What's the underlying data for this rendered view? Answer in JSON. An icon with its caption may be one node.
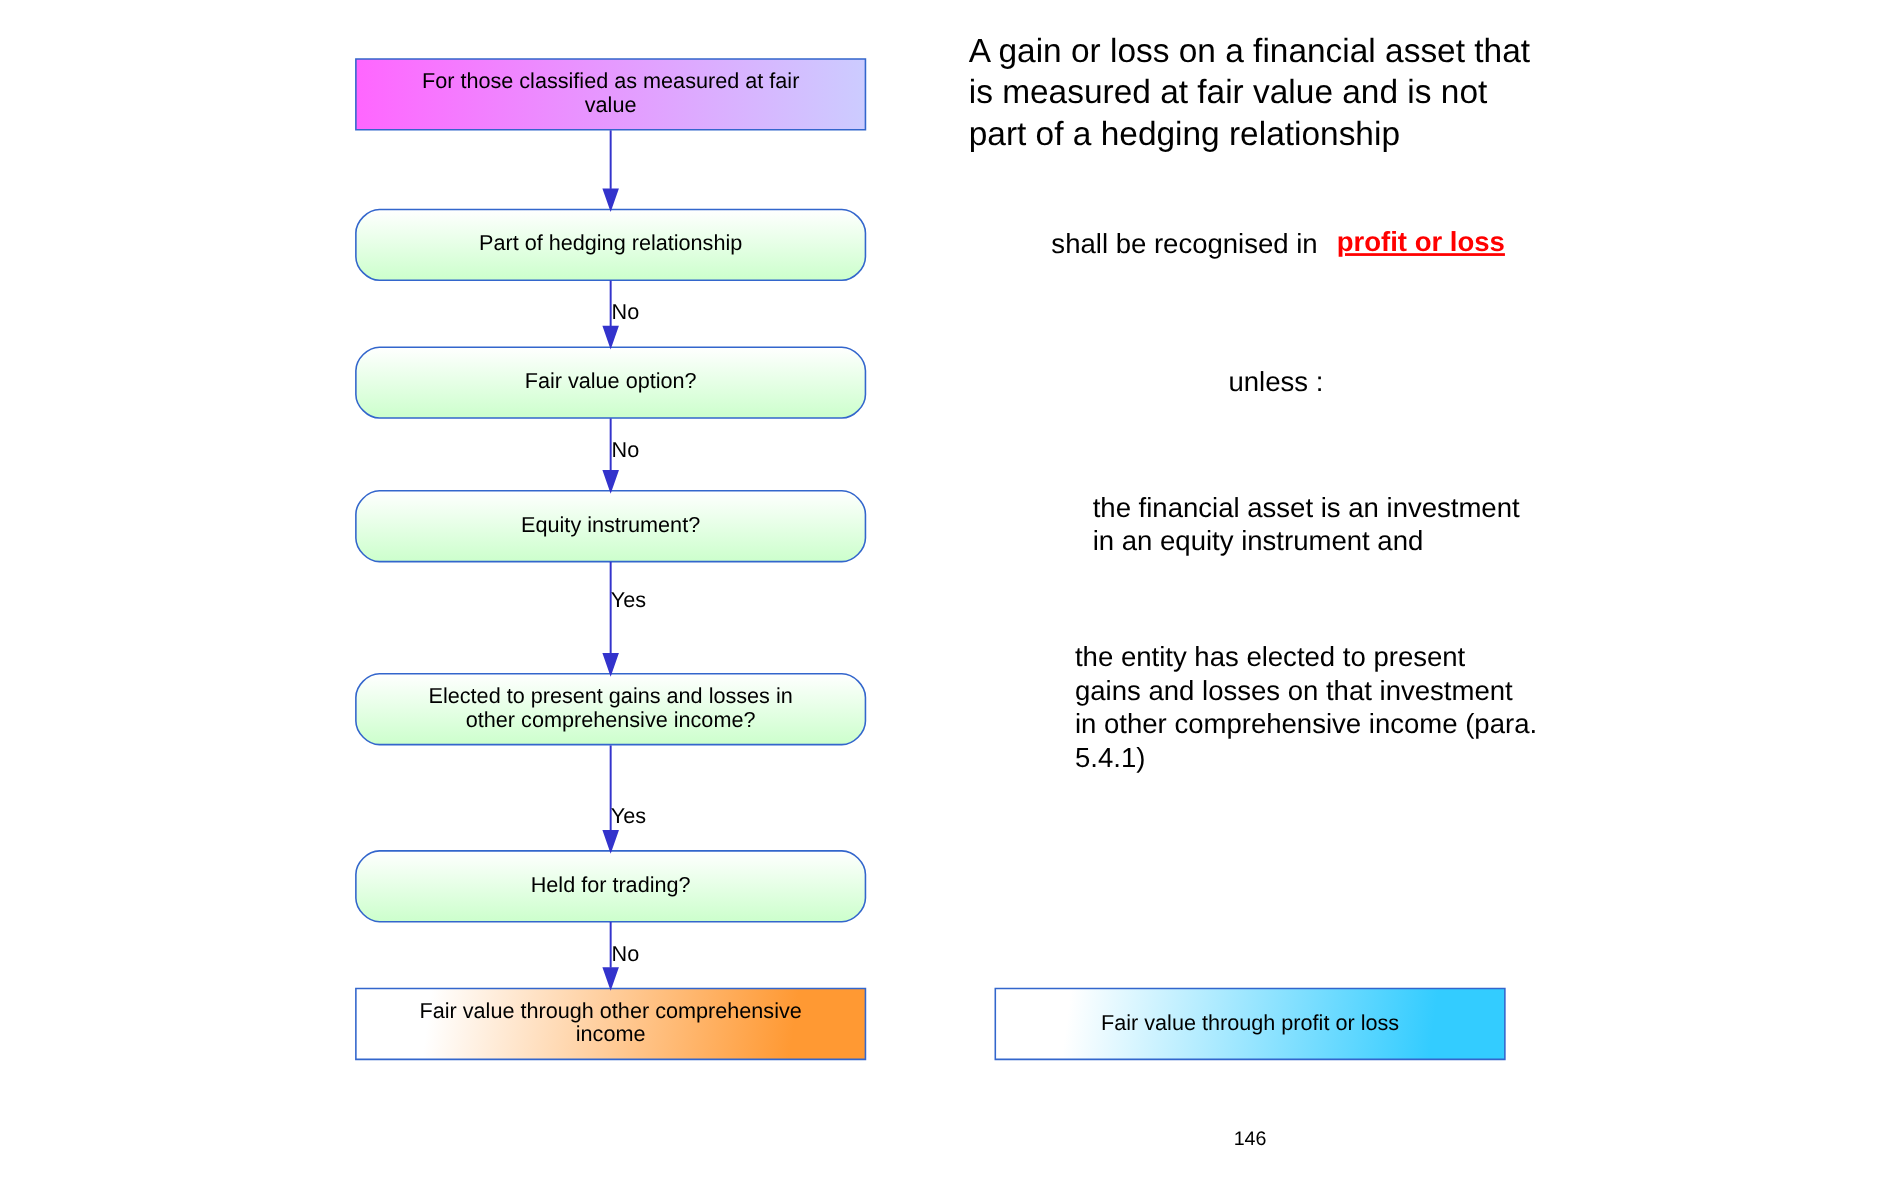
{
  "diagram": {
    "nodes": [
      {
        "text": [
          "For those classified as measured at fair value"
        ]
      },
      {
        "text": [
          "Part of hedging relationship"
        ]
      },
      {
        "text": [
          "Fair value option?"
        ]
      },
      {
        "text": [
          "Equity instrument?"
        ]
      },
      {
        "text": [
          "Elected to present gains and losses in other comprehensive income?"
        ]
      },
      {
        "text": [
          "Held for trading?"
        ]
      },
      {
        "text": [
          "Fair value through other comprehensive income"
        ]
      },
      {
        "text": [
          "Fair value through profit or loss"
        ]
      }
    ],
    "edges": [
      {
        "from": 0,
        "to": 1,
        "arrow": "to"
      },
      {
        "from": 1,
        "to": 2,
        "arrow": "to",
        "label": "No"
      },
      {
        "from": 2,
        "to": 3,
        "arrow": "to",
        "label": "No"
      },
      {
        "from": 3,
        "to": 4,
        "arrow": "to",
        "label": "Yes"
      },
      {
        "from": 4,
        "to": 5,
        "arrow": "to",
        "label": "Yes"
      },
      {
        "from": 5,
        "to": 6,
        "arrow": "to",
        "label": "No"
      }
    ],
    "labels": [
      "A gain or loss on a financial asset that is measured at fair value and is not part of a hedging relationship",
      "shall be recognised in **profit or loss**",
      "unless :",
      "the financial asset is an investment in an equity instrument and",
      "the entity has elected to present gains and losses on that investment in other comprehensive income (para. 5.4.1)",
      "146"
    ]
  }
}
